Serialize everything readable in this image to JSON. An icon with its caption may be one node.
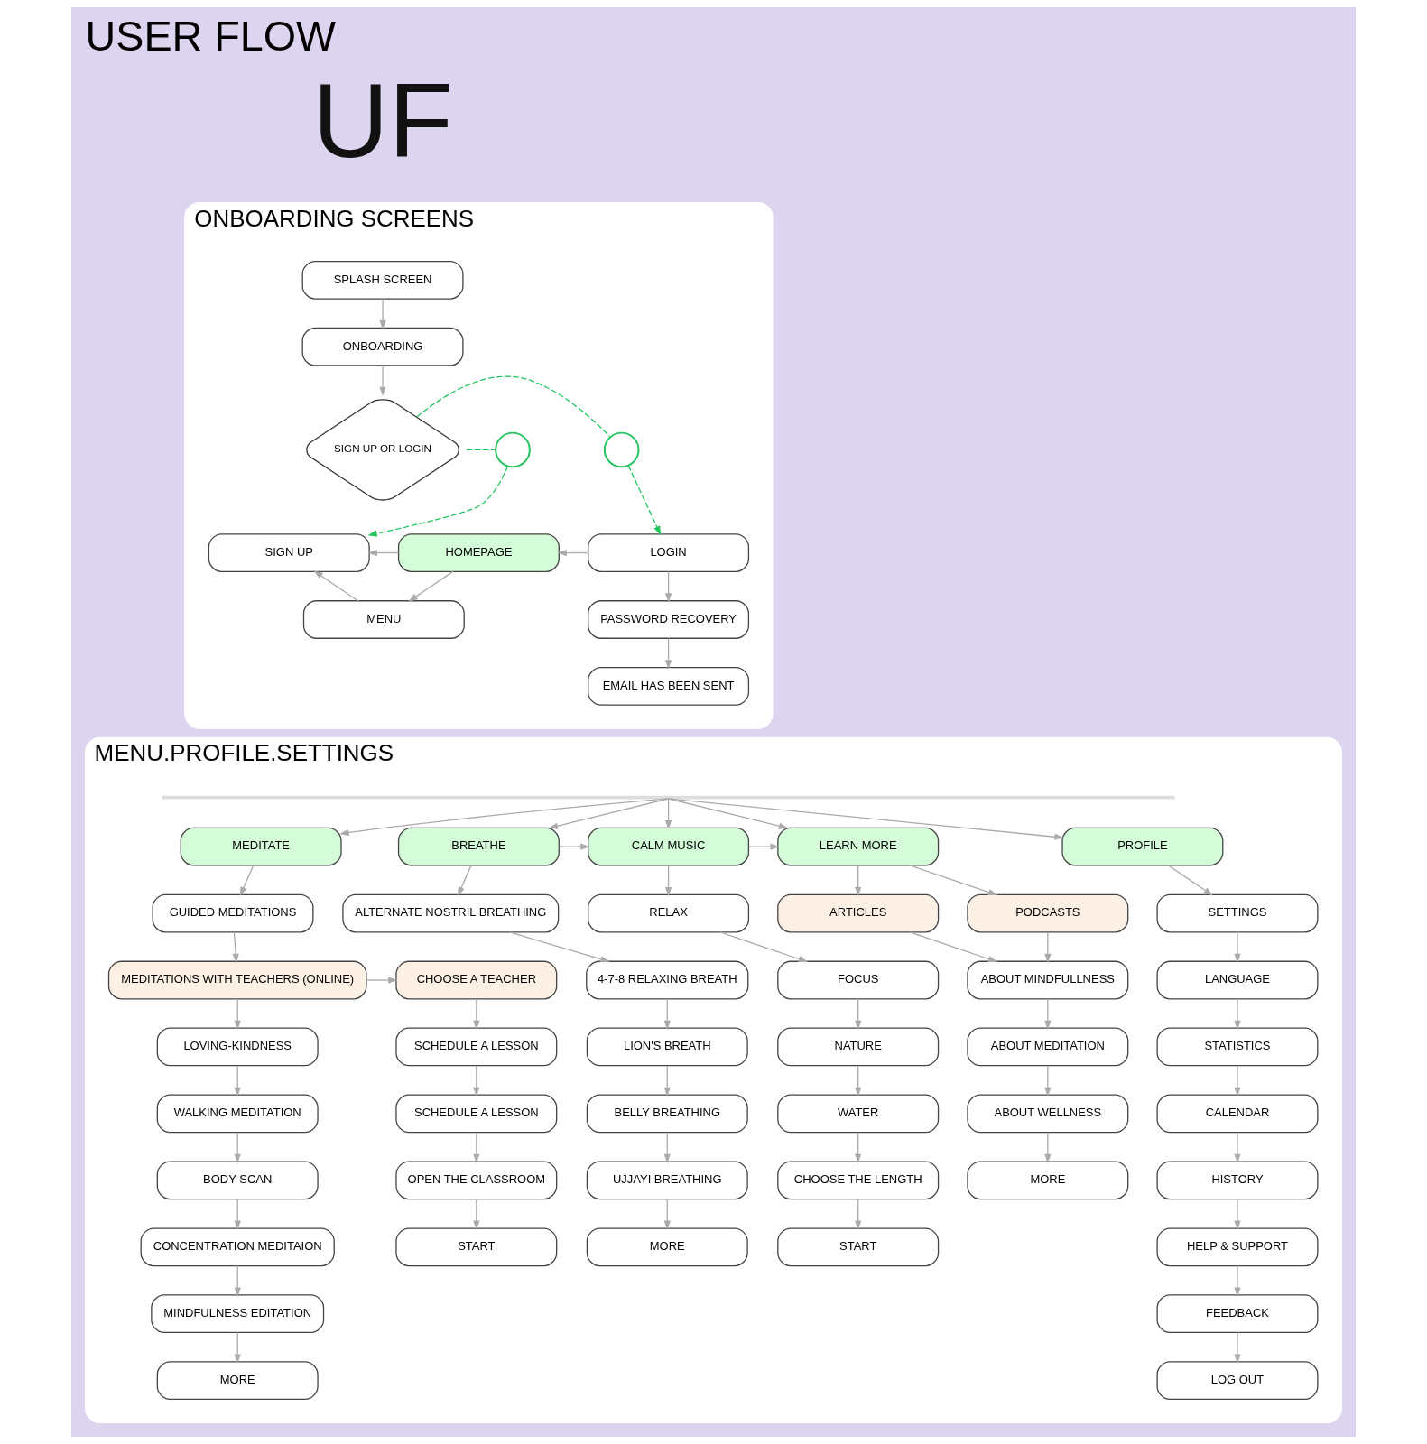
{
  "diagram": {
    "title": "USER FLOW",
    "nodes": [
      {
        "text": [
          "ONBOARDING SCREENS"
        ]
      },
      {
        "text": [
          "SPLASH SCREEN"
        ],
        "in": 0
      },
      {
        "text": [
          "ONBOARDING"
        ],
        "in": 0
      },
      {
        "text": [
          "SIGN UP OR LOGIN"
        ],
        "in": 0
      },
      {
        "text": [],
        "shape": "circle",
        "in": 0
      },
      {
        "text": [],
        "shape": "circle",
        "in": 0
      },
      {
        "text": [
          "SIGN UP"
        ],
        "in": 0
      },
      {
        "text": [
          "HOMEPAGE"
        ],
        "in": 0
      },
      {
        "text": [
          "LOGIN"
        ],
        "in": 0
      },
      {
        "text": [
          "MENU"
        ],
        "in": 0
      },
      {
        "text": [
          "PASSWORD RECOVERY"
        ],
        "in": 0
      },
      {
        "text": [
          "EMAIL HAS BEEN SENT"
        ],
        "in": 0
      },
      {
        "text": [
          "MENU.PROFILE.SETTINGS"
        ]
      },
      {
        "text": [
          "MEDITATE"
        ],
        "in": 12
      },
      {
        "text": [
          "GUIDED MEDITATIONS"
        ],
        "in": 12
      },
      {
        "text": [
          "MEDITATIONS WITH TEACHERS (ONLINE)"
        ],
        "in": 12
      },
      {
        "text": [
          "CHOOSE A TEACHER"
        ],
        "in": 12
      },
      {
        "text": [
          "LOVING-KINDNESS"
        ],
        "in": 12
      },
      {
        "text": [
          "SCHEDULE A LESSON"
        ],
        "in": 12
      },
      {
        "text": [
          "WALKING MEDITATION"
        ],
        "in": 12
      },
      {
        "text": [
          "SCHEDULE A LESSON"
        ],
        "in": 12
      },
      {
        "text": [
          "BODY SCAN"
        ],
        "in": 12
      },
      {
        "text": [
          "OPEN THE CLASSROOM"
        ],
        "in": 12
      },
      {
        "text": [
          "CONCENTRATION MEDITAION"
        ],
        "in": 12
      },
      {
        "text": [
          "START"
        ],
        "in": 12
      },
      {
        "text": [
          "MINDFULNESS EDITATION"
        ],
        "in": 12
      },
      {
        "text": [
          "MORE"
        ],
        "in": 12
      },
      {
        "text": [
          "BREATHE"
        ],
        "in": 12
      },
      {
        "text": [
          "ALTERNATE NOSTRIL BREATHING"
        ],
        "in": 12
      },
      {
        "text": [
          "4-7-8 RELAXING BREATH"
        ],
        "in": 12
      },
      {
        "text": [
          "LION'S BREATH"
        ],
        "in": 12
      },
      {
        "text": [
          "BELLY BREATHING"
        ],
        "in": 12
      },
      {
        "text": [
          "UJJAYI BREATHING"
        ],
        "in": 12
      },
      {
        "text": [
          "MORE"
        ],
        "in": 12
      },
      {
        "text": [
          "CALM MUSIC"
        ],
        "in": 12
      },
      {
        "text": [
          "RELAX"
        ],
        "in": 12
      },
      {
        "text": [
          "FOCUS"
        ],
        "in": 12
      },
      {
        "text": [
          "NATURE"
        ],
        "in": 12
      },
      {
        "text": [
          "WATER"
        ],
        "in": 12
      },
      {
        "text": [
          "CHOOSE THE LENGTH"
        ],
        "in": 12
      },
      {
        "text": [
          "START"
        ],
        "in": 12
      },
      {
        "text": [
          "LEARN MORE"
        ],
        "in": 12
      },
      {
        "text": [
          "ARTICLES"
        ],
        "in": 12
      },
      {
        "text": [
          "PODCASTS"
        ],
        "in": 12
      },
      {
        "text": [
          "ABOUT MINDFULLNESS"
        ],
        "in": 12
      },
      {
        "text": [
          "ABOUT MEDITATION"
        ],
        "in": 12
      },
      {
        "text": [
          "ABOUT WELLNESS"
        ],
        "in": 12
      },
      {
        "text": [
          "MORE"
        ],
        "in": 12
      },
      {
        "text": [
          "PROFILE"
        ],
        "in": 12
      },
      {
        "text": [
          "SETTINGS"
        ],
        "in": 12
      },
      {
        "text": [
          "LANGUAGE"
        ],
        "in": 12
      },
      {
        "text": [
          "STATISTICS"
        ],
        "in": 12
      },
      {
        "text": [
          "CALENDAR"
        ],
        "in": 12
      },
      {
        "text": [
          "HISTORY"
        ],
        "in": 12
      },
      {
        "text": [
          "HELP & SUPPORT"
        ],
        "in": 12
      },
      {
        "text": [
          "FEEDBACK"
        ],
        "in": 12
      },
      {
        "text": [
          "LOG OUT"
        ],
        "in": 12
      },
      {
        "text": [],
        "shape": "bar",
        "in": 12
      }
    ],
    "edges": [
      {
        "from": 1,
        "to": 2,
        "arrow": "to"
      },
      {
        "from": 2,
        "to": 3,
        "arrow": "to"
      },
      {
        "from": 3,
        "to": 4,
        "arrow": "none",
        "style": "dashed",
        "color": "#22c55e"
      },
      {
        "from": 4,
        "to": 6,
        "arrow": "to",
        "style": "dashed",
        "color": "#22c55e"
      },
      {
        "from": 3,
        "to": 5,
        "arrow": "none",
        "style": "dashed",
        "color": "#22c55e"
      },
      {
        "from": 5,
        "to": 8,
        "arrow": "to",
        "style": "dashed",
        "color": "#22c55e"
      },
      {
        "from": 7,
        "to": 6,
        "arrow": "to"
      },
      {
        "from": 8,
        "to": 7,
        "arrow": "to"
      },
      {
        "from": 7,
        "to": 9,
        "arrow": "to"
      },
      {
        "from": 9,
        "to": 6,
        "arrow": "to"
      },
      {
        "from": 8,
        "to": 10,
        "arrow": "to"
      },
      {
        "from": 10,
        "to": 11,
        "arrow": "to"
      },
      {
        "from": 57,
        "to": 13,
        "arrow": "to"
      },
      {
        "from": 57,
        "to": 27,
        "arrow": "to"
      },
      {
        "from": 57,
        "to": 34,
        "arrow": "to"
      },
      {
        "from": 57,
        "to": 41,
        "arrow": "to"
      },
      {
        "from": 57,
        "to": 48,
        "arrow": "to"
      },
      {
        "from": 13,
        "to": 14,
        "arrow": "to"
      },
      {
        "from": 14,
        "to": 15,
        "arrow": "to"
      },
      {
        "from": 15,
        "to": 16,
        "arrow": "to"
      },
      {
        "from": 15,
        "to": 17,
        "arrow": "to"
      },
      {
        "from": 17,
        "to": 19,
        "arrow": "to"
      },
      {
        "from": 19,
        "to": 21,
        "arrow": "to"
      },
      {
        "from": 21,
        "to": 23,
        "arrow": "to"
      },
      {
        "from": 23,
        "to": 25,
        "arrow": "to"
      },
      {
        "from": 25,
        "to": 26,
        "arrow": "to"
      },
      {
        "from": 16,
        "to": 18,
        "arrow": "to"
      },
      {
        "from": 18,
        "to": 20,
        "arrow": "to"
      },
      {
        "from": 20,
        "to": 22,
        "arrow": "to"
      },
      {
        "from": 22,
        "to": 24,
        "arrow": "to"
      },
      {
        "from": 27,
        "to": 28,
        "arrow": "to"
      },
      {
        "from": 28,
        "to": 29,
        "arrow": "to"
      },
      {
        "from": 29,
        "to": 30,
        "arrow": "to"
      },
      {
        "from": 30,
        "to": 31,
        "arrow": "to"
      },
      {
        "from": 31,
        "to": 32,
        "arrow": "to"
      },
      {
        "from": 32,
        "to": 33,
        "arrow": "to"
      },
      {
        "from": 27,
        "to": 34,
        "arrow": "to"
      },
      {
        "from": 34,
        "to": 41,
        "arrow": "to"
      },
      {
        "from": 34,
        "to": 35,
        "arrow": "to"
      },
      {
        "from": 35,
        "to": 36,
        "arrow": "to"
      },
      {
        "from": 36,
        "to": 37,
        "arrow": "to"
      },
      {
        "from": 37,
        "to": 38,
        "arrow": "to"
      },
      {
        "from": 38,
        "to": 39,
        "arrow": "to"
      },
      {
        "from": 39,
        "to": 40,
        "arrow": "to"
      },
      {
        "from": 41,
        "to": 42,
        "arrow": "to"
      },
      {
        "from": 41,
        "to": 43,
        "arrow": "to"
      },
      {
        "from": 42,
        "to": 44,
        "arrow": "to"
      },
      {
        "from": 43,
        "to": 44,
        "arrow": "to"
      },
      {
        "from": 44,
        "to": 45,
        "arrow": "to"
      },
      {
        "from": 45,
        "to": 46,
        "arrow": "to"
      },
      {
        "from": 46,
        "to": 47,
        "arrow": "to"
      },
      {
        "from": 48,
        "to": 49,
        "arrow": "to"
      },
      {
        "from": 49,
        "to": 50,
        "arrow": "to"
      },
      {
        "from": 50,
        "to": 51,
        "arrow": "to"
      },
      {
        "from": 51,
        "to": 52,
        "arrow": "to"
      },
      {
        "from": 52,
        "to": 53,
        "arrow": "to"
      },
      {
        "from": 53,
        "to": 54,
        "arrow": "to"
      },
      {
        "from": 54,
        "to": 55,
        "arrow": "to"
      },
      {
        "from": 55,
        "to": 56,
        "arrow": "to"
      }
    ],
    "labels": [
      "UF"
    ]
  }
}
